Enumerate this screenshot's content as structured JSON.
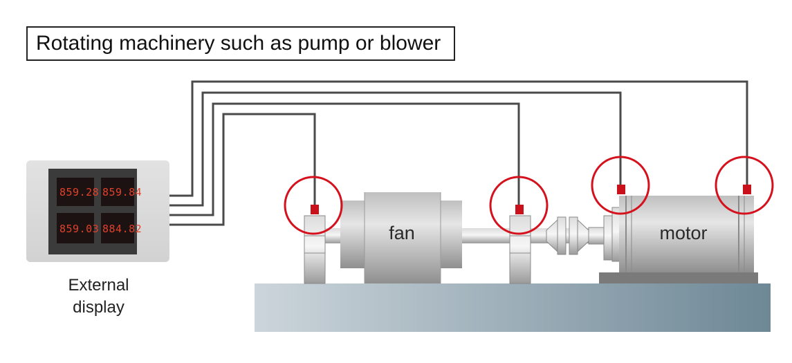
{
  "title": "Rotating machinery such as pump or blower",
  "external_display": {
    "label_line1": "External",
    "label_line2": "display",
    "readings": [
      "859.28",
      "859.84",
      "859.03",
      "884.82"
    ]
  },
  "components": {
    "fan_label": "fan",
    "motor_label": "motor"
  },
  "colors": {
    "sensor_circle": "#d4111d",
    "sensor": "#c8111b",
    "cable": "#4a4a4a",
    "display_digits": "#e0422c",
    "base_left": "#c9d2d8",
    "base_right": "#6e8896"
  }
}
